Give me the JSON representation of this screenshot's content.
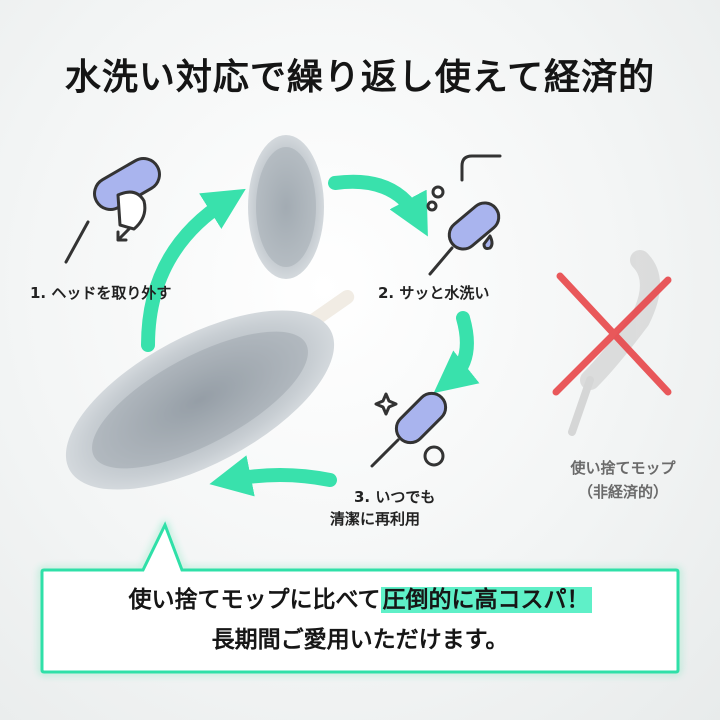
{
  "title": "水洗い対応で繰り返し使えて経済的",
  "steps": {
    "step1": "1. ヘッドを取り外す",
    "step2": "2. サッと水洗い",
    "step3_line1": "3. いつでも",
    "step3_line2": "清潔に再利用"
  },
  "alternative": {
    "line1": "使い捨てモップ",
    "line2": "（非経済的）"
  },
  "message": {
    "line1_pre": "使い捨てモップに比べて",
    "line1_highlight": "圧倒的に高コスパ！",
    "line2": "長期間ご愛用いただけます。"
  },
  "colors": {
    "accent": "#2fe0a8",
    "highlight": "#5ff0c8",
    "cross": "#e8474a"
  }
}
